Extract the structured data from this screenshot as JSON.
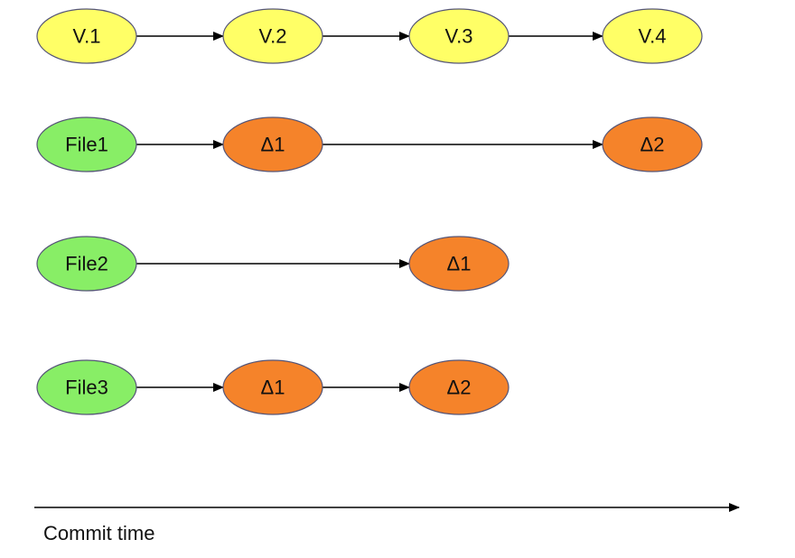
{
  "colors": {
    "version_fill": "#ffff66",
    "file_fill": "#88ee66",
    "delta_fill": "#f5832a",
    "stroke": "#555577",
    "edge": "#000000"
  },
  "rows": [
    {
      "id": "versions",
      "nodes": [
        {
          "id": "v1",
          "label": "V.1",
          "kind": "version",
          "col": 0
        },
        {
          "id": "v2",
          "label": "V.2",
          "kind": "version",
          "col": 1
        },
        {
          "id": "v3",
          "label": "V.3",
          "kind": "version",
          "col": 2
        },
        {
          "id": "v4",
          "label": "V.4",
          "kind": "version",
          "col": 3
        }
      ],
      "edges": [
        [
          "v1",
          "v2"
        ],
        [
          "v2",
          "v3"
        ],
        [
          "v3",
          "v4"
        ]
      ]
    },
    {
      "id": "file1",
      "nodes": [
        {
          "id": "f1",
          "label": "File1",
          "kind": "file",
          "col": 0
        },
        {
          "id": "f1d1",
          "label": "Δ1",
          "kind": "delta",
          "col": 1
        },
        {
          "id": "f1d2",
          "label": "Δ2",
          "kind": "delta",
          "col": 3
        }
      ],
      "edges": [
        [
          "f1",
          "f1d1"
        ],
        [
          "f1d1",
          "f1d2"
        ]
      ]
    },
    {
      "id": "file2",
      "nodes": [
        {
          "id": "f2",
          "label": "File2",
          "kind": "file",
          "col": 0
        },
        {
          "id": "f2d1",
          "label": "Δ1",
          "kind": "delta",
          "col": 2
        }
      ],
      "edges": [
        [
          "f2",
          "f2d1"
        ]
      ]
    },
    {
      "id": "file3",
      "nodes": [
        {
          "id": "f3",
          "label": "File3",
          "kind": "file",
          "col": 0
        },
        {
          "id": "f3d1",
          "label": "Δ1",
          "kind": "delta",
          "col": 1
        },
        {
          "id": "f3d2",
          "label": "Δ2",
          "kind": "delta",
          "col": 2
        }
      ],
      "edges": [
        [
          "f3",
          "f3d1"
        ],
        [
          "f3d1",
          "f3d2"
        ]
      ]
    }
  ],
  "axis": {
    "label": "Commit time"
  }
}
